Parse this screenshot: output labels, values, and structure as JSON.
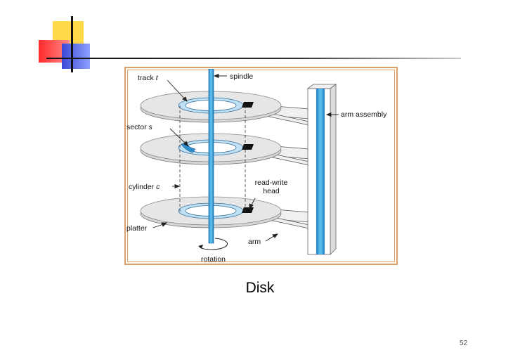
{
  "diagram": {
    "labels": {
      "track": "track",
      "track_var": "t",
      "spindle": "spindle",
      "arm_assembly": "arm assembly",
      "sector": "sector",
      "sector_var": "s",
      "cylinder": "cylinder",
      "cylinder_var": "c",
      "read_write_1": "read-write",
      "read_write_2": "head",
      "platter": "platter",
      "arm": "arm",
      "rotation": "rotation"
    }
  },
  "caption": "Disk",
  "page_number": "52",
  "colors": {
    "accent_yellow": "#ffd700",
    "accent_red": "#ff3030",
    "accent_blue": "#2a3fd6",
    "frame_border": "#d9a06b",
    "spindle_blue": "#36a7e2",
    "platter_gray": "#d8d8d8"
  }
}
